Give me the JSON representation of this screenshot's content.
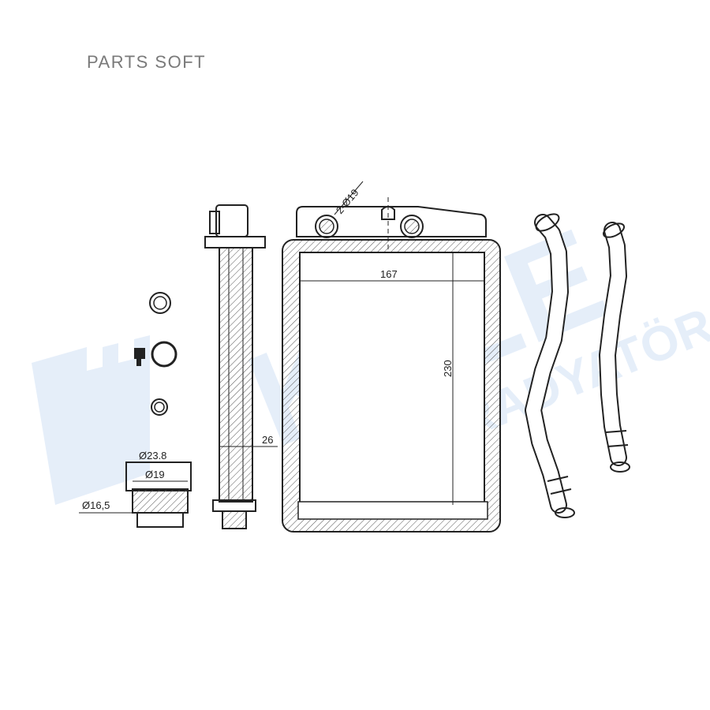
{
  "header": {
    "brand": "PARTS SOFT"
  },
  "watermark": {
    "logo": "KALE",
    "subtitle": "OTO RADYATÖR",
    "color": "#cfe0f5"
  },
  "dimensions": {
    "width": "167",
    "height": "230",
    "depth": "26",
    "ports": "2-Ø19",
    "flange_outer": "Ø23.8",
    "flange_inner": "Ø19",
    "flange_small": "Ø16,5"
  },
  "colors": {
    "line": "#222222",
    "hatch": "#444444"
  }
}
